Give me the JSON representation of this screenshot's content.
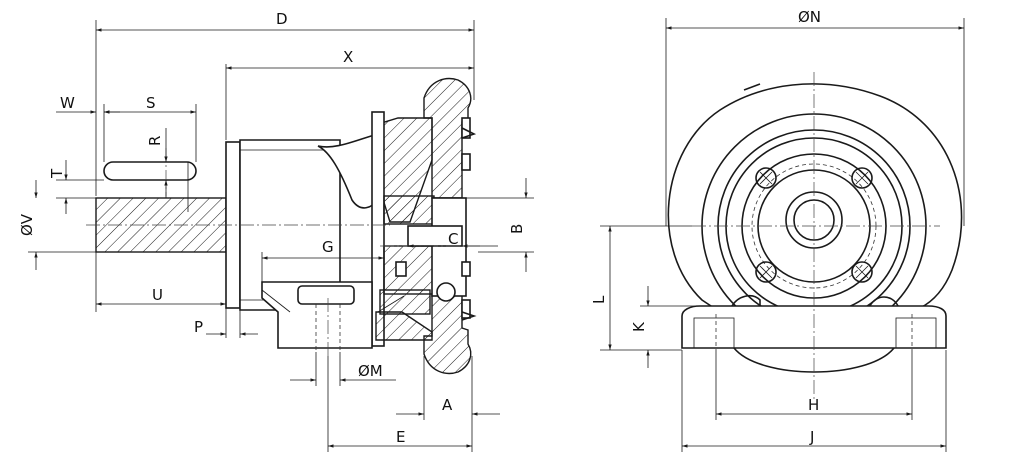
{
  "labels": {
    "D": "D",
    "X": "X",
    "W": "W",
    "S": "S",
    "R": "R",
    "T": "T",
    "V": "ØV",
    "G": "G",
    "C": "C",
    "B": "B",
    "U": "U",
    "P": "P",
    "M": "ØM",
    "A": "A",
    "E": "E",
    "N": "ØN",
    "L": "L",
    "K": "K",
    "H": "H",
    "J": "J"
  }
}
